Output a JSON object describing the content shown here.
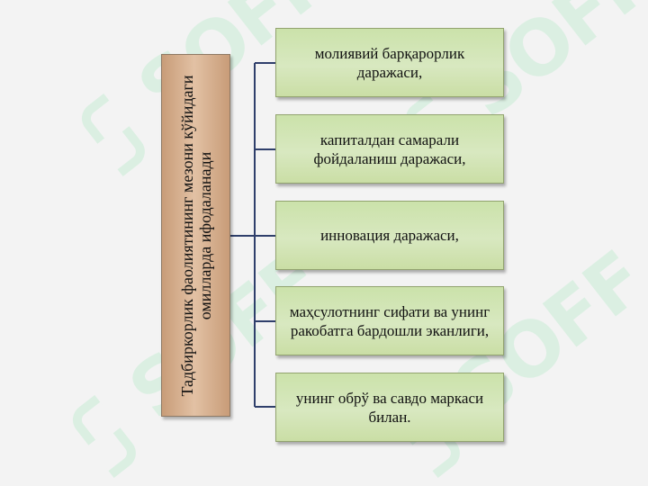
{
  "diagram": {
    "root_label": "Тадбиркорлик фаолиятининг мезони кўйидаги омилларда ифодаланади",
    "items": [
      {
        "label": "молиявий барқарорлик даражаси,"
      },
      {
        "label": "капиталдан самарали фойдаланиш даражаси,"
      },
      {
        "label": "инновация даражаси,"
      },
      {
        "label": "маҳсулотнинг сифати ва унинг ракобатга бардошли эканлиги,"
      },
      {
        "label": "унинг обрў ва савдо маркаси билан."
      }
    ]
  },
  "watermark": {
    "text": "SOFF"
  },
  "colors": {
    "background": "#f3f3f3",
    "root_box": "#d8b08f",
    "item_box": "#d1e4b4",
    "connector": "#2f3f6b",
    "watermark": "#d7efe0"
  }
}
